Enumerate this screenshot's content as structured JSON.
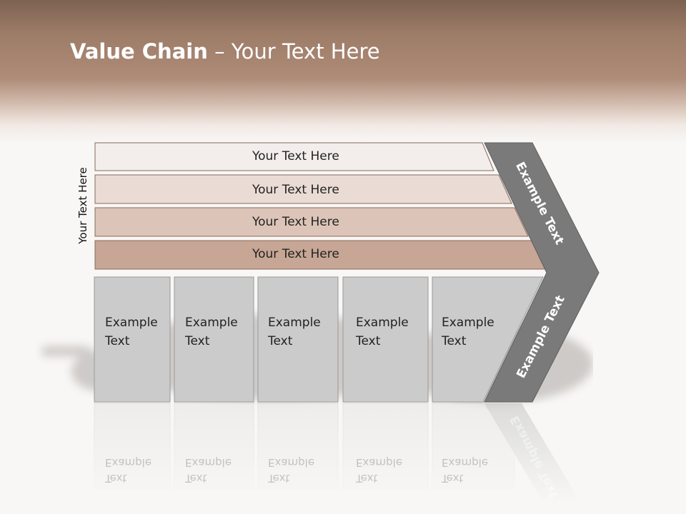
{
  "title": {
    "bold": "Value Chain",
    "rest": " – Your Text Here"
  },
  "side_label": "Your Text Here",
  "bars": [
    {
      "label": "Your Text Here",
      "color": "#f3eeeb"
    },
    {
      "label": "Your Text Here",
      "color": "#eadcd4"
    },
    {
      "label": "Your Text Here",
      "color": "#dcc5b8"
    },
    {
      "label": "Your Text Here",
      "color": "#c7a696"
    }
  ],
  "columns": [
    {
      "line1": "Example",
      "line2": "Text"
    },
    {
      "line1": "Example",
      "line2": "Text"
    },
    {
      "line1": "Example",
      "line2": "Text"
    },
    {
      "line1": "Example",
      "line2": "Text"
    },
    {
      "line1": "Example",
      "line2": "Text"
    }
  ],
  "chevron": {
    "upper_label": "Example Text",
    "lower_label": "Example Text",
    "color": "#7a7a7a"
  },
  "colors": {
    "cell": "#cbcbcb",
    "cell_border": "#9a9a9a",
    "bar_border": "#8a6a5a"
  }
}
